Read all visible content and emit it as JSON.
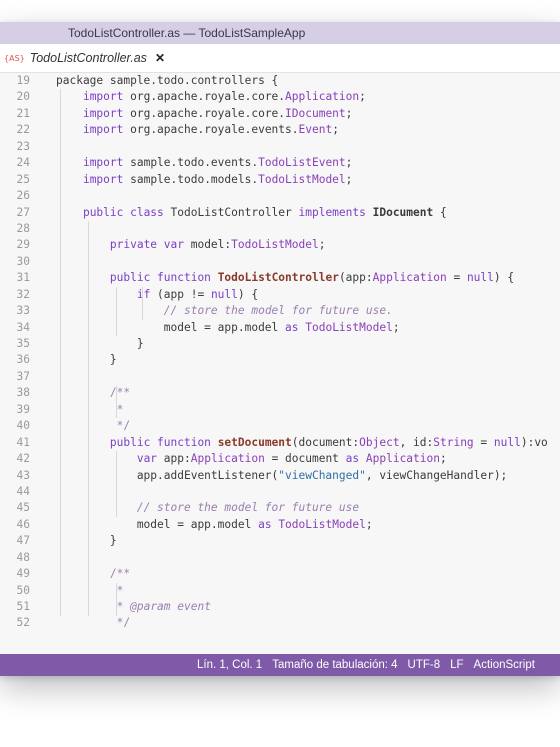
{
  "window": {
    "title": "TodoListController.as — TodoListSampleApp"
  },
  "tab": {
    "icon_text": "{AS}",
    "label": "TodoListController.as",
    "close": "✕"
  },
  "editor": {
    "lines": [
      {
        "n": "19",
        "parts": [
          [
            "",
            "package sample.todo.controllers {"
          ]
        ]
      },
      {
        "n": "20",
        "parts": [
          [
            "",
            "    "
          ],
          [
            "kw",
            "import"
          ],
          [
            "",
            " org.apache.royale.core."
          ],
          [
            "cls",
            "Application"
          ],
          [
            "",
            ";"
          ]
        ]
      },
      {
        "n": "21",
        "parts": [
          [
            "",
            "    "
          ],
          [
            "kw",
            "import"
          ],
          [
            "",
            " org.apache.royale.core."
          ],
          [
            "cls",
            "IDocument"
          ],
          [
            "",
            ";"
          ]
        ]
      },
      {
        "n": "22",
        "parts": [
          [
            "",
            "    "
          ],
          [
            "kw",
            "import"
          ],
          [
            "",
            " org.apache.royale.events."
          ],
          [
            "cls",
            "Event"
          ],
          [
            "",
            ";"
          ]
        ]
      },
      {
        "n": "23",
        "parts": [
          [
            "",
            ""
          ]
        ]
      },
      {
        "n": "24",
        "parts": [
          [
            "",
            "    "
          ],
          [
            "kw",
            "import"
          ],
          [
            "",
            " sample.todo.events."
          ],
          [
            "cls",
            "TodoListEvent"
          ],
          [
            "",
            ";"
          ]
        ]
      },
      {
        "n": "25",
        "parts": [
          [
            "",
            "    "
          ],
          [
            "kw",
            "import"
          ],
          [
            "",
            " sample.todo.models."
          ],
          [
            "cls",
            "TodoListModel"
          ],
          [
            "",
            ";"
          ]
        ]
      },
      {
        "n": "26",
        "parts": [
          [
            "",
            ""
          ]
        ]
      },
      {
        "n": "27",
        "parts": [
          [
            "",
            "    "
          ],
          [
            "kw",
            "public class"
          ],
          [
            "",
            " TodoListController "
          ],
          [
            "kw",
            "implements"
          ],
          [
            "",
            " "
          ],
          [
            "bold",
            "IDocument"
          ],
          [
            "",
            " {"
          ]
        ]
      },
      {
        "n": "28",
        "parts": [
          [
            "",
            ""
          ]
        ]
      },
      {
        "n": "29",
        "parts": [
          [
            "",
            "        "
          ],
          [
            "kw",
            "private var"
          ],
          [
            "",
            " model:"
          ],
          [
            "cls",
            "TodoListModel"
          ],
          [
            "",
            ";"
          ]
        ]
      },
      {
        "n": "30",
        "parts": [
          [
            "",
            ""
          ]
        ]
      },
      {
        "n": "31",
        "parts": [
          [
            "",
            "        "
          ],
          [
            "kw",
            "public function"
          ],
          [
            "",
            " "
          ],
          [
            "fn",
            "TodoListController"
          ],
          [
            "",
            "(app:"
          ],
          [
            "cls",
            "Application"
          ],
          [
            "",
            " = "
          ],
          [
            "kw",
            "null"
          ],
          [
            "",
            ") {"
          ]
        ]
      },
      {
        "n": "32",
        "parts": [
          [
            "",
            "            "
          ],
          [
            "kw",
            "if"
          ],
          [
            "",
            " (app != "
          ],
          [
            "kw",
            "null"
          ],
          [
            "",
            ") {"
          ]
        ]
      },
      {
        "n": "33",
        "parts": [
          [
            "",
            "                "
          ],
          [
            "com",
            "// store the model for future use."
          ]
        ]
      },
      {
        "n": "34",
        "parts": [
          [
            "",
            "                model = app.model "
          ],
          [
            "kw",
            "as"
          ],
          [
            "",
            " "
          ],
          [
            "cls",
            "TodoListModel"
          ],
          [
            "",
            ";"
          ]
        ]
      },
      {
        "n": "35",
        "parts": [
          [
            "",
            "            }"
          ]
        ]
      },
      {
        "n": "36",
        "parts": [
          [
            "",
            "        }"
          ]
        ]
      },
      {
        "n": "37",
        "parts": [
          [
            "",
            ""
          ]
        ]
      },
      {
        "n": "38",
        "parts": [
          [
            "",
            "        "
          ],
          [
            "doc",
            "/**"
          ]
        ]
      },
      {
        "n": "39",
        "parts": [
          [
            "",
            "         "
          ],
          [
            "doc",
            "*"
          ]
        ]
      },
      {
        "n": "40",
        "parts": [
          [
            "",
            "         "
          ],
          [
            "doc",
            "*/"
          ]
        ]
      },
      {
        "n": "41",
        "parts": [
          [
            "",
            "        "
          ],
          [
            "kw",
            "public function"
          ],
          [
            "",
            " "
          ],
          [
            "fn",
            "setDocument"
          ],
          [
            "",
            "(document:"
          ],
          [
            "cls",
            "Object"
          ],
          [
            "",
            ", id:"
          ],
          [
            "cls",
            "String"
          ],
          [
            "",
            " = "
          ],
          [
            "kw",
            "null"
          ],
          [
            "",
            "):vo"
          ]
        ]
      },
      {
        "n": "42",
        "parts": [
          [
            "",
            "            "
          ],
          [
            "kw",
            "var"
          ],
          [
            "",
            " app:"
          ],
          [
            "cls",
            "Application"
          ],
          [
            "",
            " = document "
          ],
          [
            "kw",
            "as"
          ],
          [
            "",
            " "
          ],
          [
            "cls",
            "Application"
          ],
          [
            "",
            ";"
          ]
        ]
      },
      {
        "n": "43",
        "parts": [
          [
            "",
            "            app.addEventListener("
          ],
          [
            "str",
            "\"viewChanged\""
          ],
          [
            "",
            ", viewChangeHandler);"
          ]
        ]
      },
      {
        "n": "44",
        "parts": [
          [
            "",
            ""
          ]
        ]
      },
      {
        "n": "45",
        "parts": [
          [
            "",
            "            "
          ],
          [
            "com",
            "// store the model for future use"
          ]
        ]
      },
      {
        "n": "46",
        "parts": [
          [
            "",
            "            model = app.model "
          ],
          [
            "kw",
            "as"
          ],
          [
            "",
            " "
          ],
          [
            "cls",
            "TodoListModel"
          ],
          [
            "",
            ";"
          ]
        ]
      },
      {
        "n": "47",
        "parts": [
          [
            "",
            "        }"
          ]
        ]
      },
      {
        "n": "48",
        "parts": [
          [
            "",
            ""
          ]
        ]
      },
      {
        "n": "49",
        "parts": [
          [
            "",
            "        "
          ],
          [
            "doc",
            "/**"
          ]
        ]
      },
      {
        "n": "50",
        "parts": [
          [
            "",
            "         "
          ],
          [
            "doc",
            "*"
          ]
        ]
      },
      {
        "n": "51",
        "parts": [
          [
            "",
            "         "
          ],
          [
            "doc",
            "* "
          ],
          [
            "com",
            "@param event"
          ]
        ]
      },
      {
        "n": "52",
        "parts": [
          [
            "",
            "         "
          ],
          [
            "doc",
            "*/"
          ]
        ]
      }
    ]
  },
  "status": {
    "position": "Lín. 1, Col. 1",
    "tab_size": "Tamaño de tabulación: 4",
    "encoding": "UTF-8",
    "line_ending": "LF",
    "language": "ActionScript"
  },
  "colors": {
    "accent": "#7f5aa8",
    "titlebar": "#d6cee4"
  }
}
